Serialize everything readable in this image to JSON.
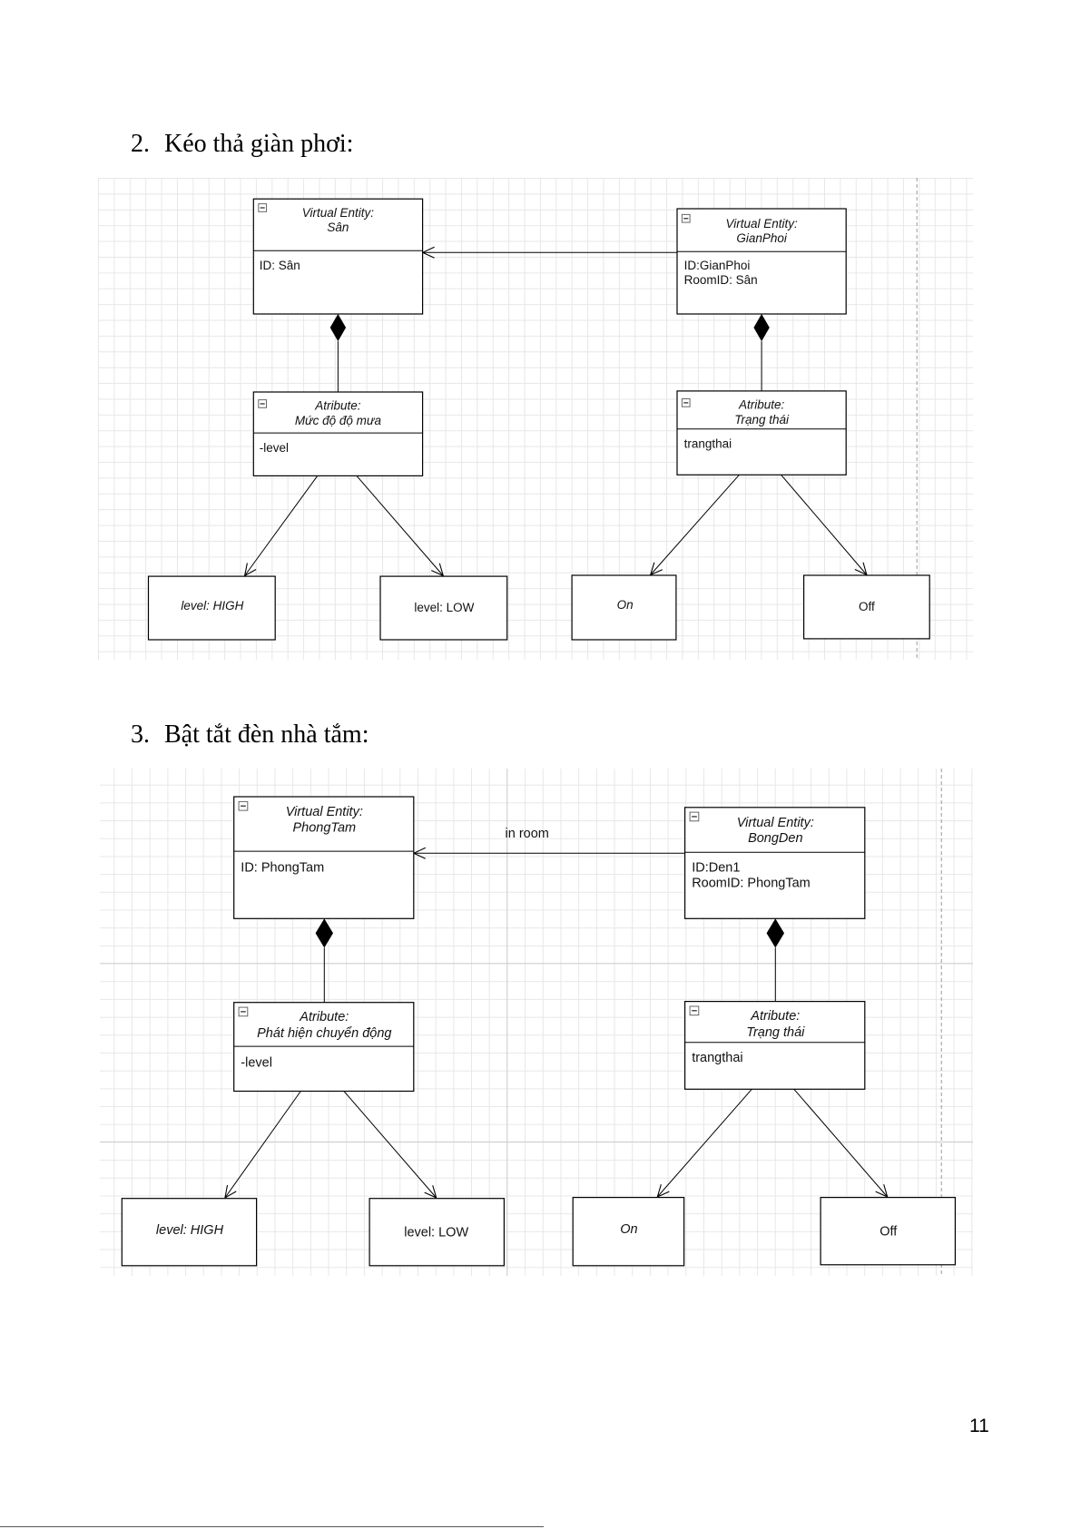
{
  "page": {
    "number": "11"
  },
  "icons": {
    "collapse": "collapse-icon"
  },
  "sections": [
    {
      "heading": {
        "number": "2.",
        "text": "Kéo thả giàn phơi:"
      },
      "diagram": {
        "entities": [
          {
            "stereotype": "Virtual Entity:",
            "name": "Sân",
            "fields": [
              "ID: Sân"
            ]
          },
          {
            "stereotype": "Virtual Entity:",
            "name": "GianPhoi",
            "fields": [
              "ID:GianPhoi",
              "RoomID: Sân"
            ]
          }
        ],
        "attributes": [
          {
            "stereotype": "Atribute:",
            "name": "Mức độ độ mưa",
            "fields": [
              "-level"
            ]
          },
          {
            "stereotype": "Atribute:",
            "name": "Trạng thái",
            "fields": [
              "trangthai"
            ]
          }
        ],
        "states": [
          "level: HIGH",
          "level: LOW",
          "On",
          "Off"
        ]
      }
    },
    {
      "heading": {
        "number": "3.",
        "text": "Bật tắt đèn nhà tắm:"
      },
      "diagram": {
        "entities": [
          {
            "stereotype": "Virtual Entity:",
            "name": "PhongTam",
            "fields": [
              "ID: PhongTam"
            ]
          },
          {
            "stereotype": "Virtual Entity:",
            "name": "BongDen",
            "fields": [
              "ID:Den1",
              "RoomID: PhongTam"
            ]
          }
        ],
        "relation_label": "in room",
        "attributes": [
          {
            "stereotype": "Atribute:",
            "name": "Phát hiện chuyển động",
            "fields": [
              "-level"
            ]
          },
          {
            "stereotype": "Atribute:",
            "name": "Trạng thái",
            "fields": [
              "trangthai"
            ]
          }
        ],
        "states": [
          "level: HIGH",
          "level: LOW",
          "On",
          "Off"
        ]
      }
    }
  ]
}
